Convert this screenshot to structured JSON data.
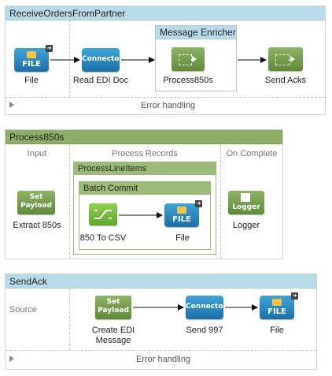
{
  "flows": {
    "receive": {
      "title": "ReceiveOrdersFromPartner",
      "enricher_title": "Message Enricher",
      "nodes": {
        "file1": {
          "label": "File",
          "icon_text": "FILE"
        },
        "edi": {
          "label": "Read EDI Doc",
          "icon_text": "Connector"
        },
        "process850s": {
          "label": "Process850s"
        },
        "sendacks": {
          "label": "Send Acks"
        }
      },
      "error_handling": "Error handling"
    },
    "process": {
      "title": "Process850s",
      "sections": {
        "input": "Input",
        "process": "Process Records",
        "complete": "On Complete"
      },
      "lineitems_title": "ProcessLineItems",
      "batch_title": "Batch Commit",
      "nodes": {
        "setpayload": {
          "label": "Extract 850s",
          "icon_text_1": "Set",
          "icon_text_2": "Payload"
        },
        "tocsv": {
          "label": "850 To CSV"
        },
        "file2": {
          "label": "File",
          "icon_text": "FILE"
        },
        "logger": {
          "label": "Logger",
          "icon_text": "Logger"
        }
      }
    },
    "sendack": {
      "title": "SendAck",
      "sections": {
        "source": "Source"
      },
      "nodes": {
        "createedi": {
          "label_1": "Create EDI",
          "label_2": "Message",
          "icon_text_1": "Set",
          "icon_text_2": "Payload"
        },
        "send997": {
          "label": "Send 997",
          "icon_text": "Connector"
        },
        "file3": {
          "label": "File",
          "icon_text": "FILE"
        }
      },
      "error_handling": "Error handling"
    }
  },
  "colors": {
    "flow_header": "#b9dbe9",
    "sub_header": "#8eae68",
    "connector": "#2a86c2",
    "transformer": "#6f9a46"
  }
}
